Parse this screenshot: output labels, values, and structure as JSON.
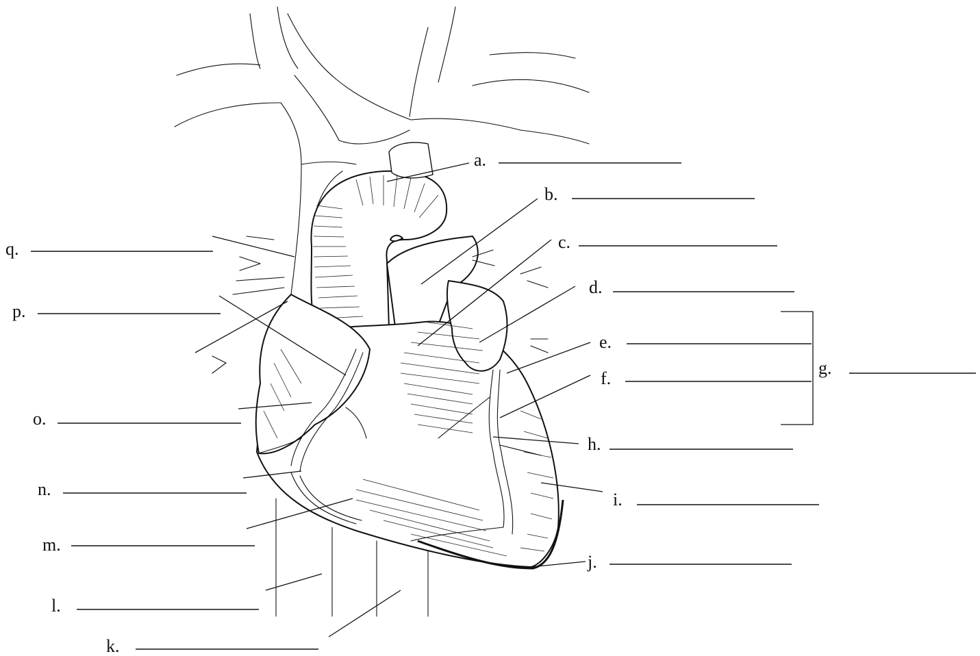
{
  "diagram": {
    "labels": [
      {
        "id": "a",
        "text": "a."
      },
      {
        "id": "b",
        "text": "b."
      },
      {
        "id": "c",
        "text": "c."
      },
      {
        "id": "d",
        "text": "d."
      },
      {
        "id": "e",
        "text": "e."
      },
      {
        "id": "f",
        "text": "f."
      },
      {
        "id": "g",
        "text": "g."
      },
      {
        "id": "h",
        "text": "h."
      },
      {
        "id": "i",
        "text": "i."
      },
      {
        "id": "j",
        "text": "j."
      },
      {
        "id": "k",
        "text": "k."
      },
      {
        "id": "l",
        "text": "l."
      },
      {
        "id": "m",
        "text": "m."
      },
      {
        "id": "n",
        "text": "n."
      },
      {
        "id": "o",
        "text": "o."
      },
      {
        "id": "p",
        "text": "p."
      },
      {
        "id": "q",
        "text": "q."
      }
    ]
  }
}
